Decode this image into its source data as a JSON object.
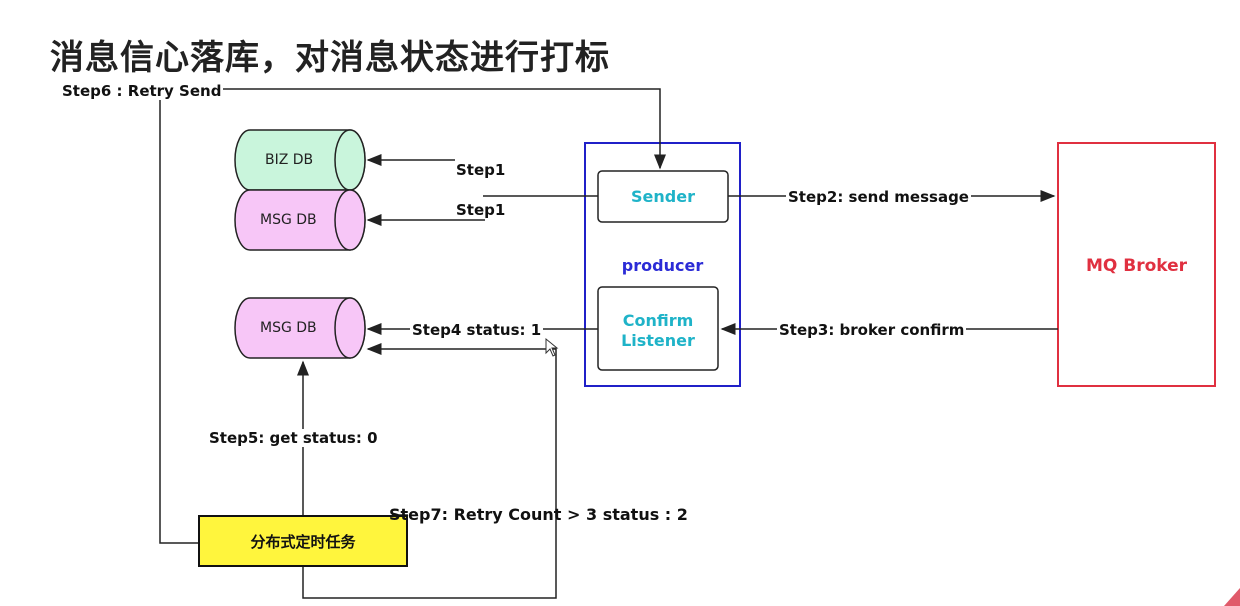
{
  "title": "消息信心落库，对消息状态进行打标",
  "nodes": {
    "biz_db": "BIZ DB",
    "msg_db_top": "MSG DB",
    "msg_db_bottom": "MSG DB",
    "sender": "Sender",
    "producer": "producer",
    "confirm_listener_line1": "Confirm",
    "confirm_listener_line2": "Listener",
    "mq_broker": "MQ Broker",
    "scheduler": "分布式定时任务"
  },
  "labels": {
    "step1_biz": "Step1",
    "step1_msg": "Step1",
    "step2": "Step2:  send message",
    "step3": "Step3:  broker confirm",
    "step4": "Step4 status: 1",
    "step5": "Step5: get status:  0",
    "step6": "Step6 :  Retry Send",
    "step7": "Step7: Retry Count > 3 status : 2"
  },
  "colors": {
    "db_green": "#c9f5dc",
    "db_pink": "#f7c6f7",
    "producer_border": "#2020c8",
    "broker_border": "#e03040",
    "scheduler_fill": "#fff53d"
  }
}
